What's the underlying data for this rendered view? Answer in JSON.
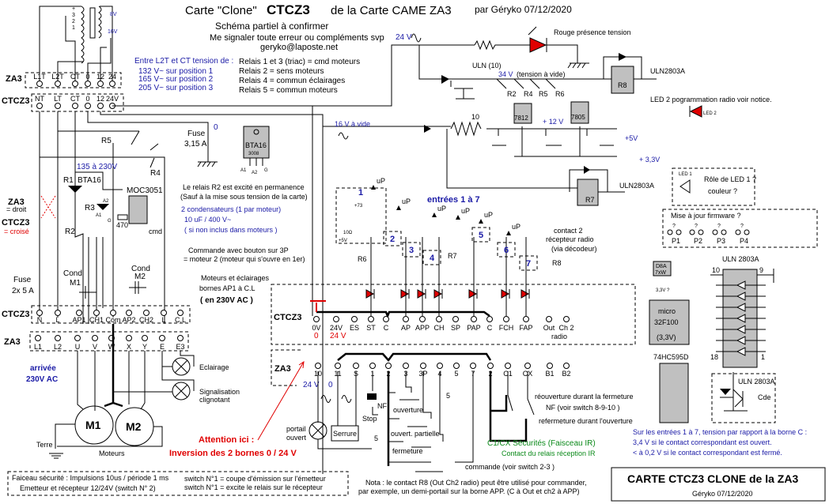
{
  "header": {
    "title_prefix": "Carte  \"Clone\"",
    "title_board": "CTCZ3",
    "title_suffix": "de la Carte  CAME ZA3",
    "author": "par Géryko 07/12/2020",
    "subtitle": "Schéma partiel  à confirmer",
    "contact_line": "Me signaler toute erreur ou compléments svp",
    "email": "geryko@laposte.net"
  },
  "tension_notes": {
    "heading": "Entre L2T et CT tension de :",
    "lines": [
      "132 V~ sur position 1",
      "165 V~ sur position 2",
      "205 V~ sur position 3"
    ]
  },
  "relay_notes": [
    "Relais 1 et 3 (triac) = cmd moteurs",
    "Relais 2 = sens moteurs",
    "Relais 4  = commun éclairages",
    "Relais 5 = commun moteurs"
  ],
  "transformer": {
    "tap_labels": [
      "+",
      "3",
      "2",
      "1"
    ],
    "secondary_8v": "8V",
    "secondary_16v": "16V"
  },
  "board_labels": {
    "za3": "ZA3",
    "ctcz3": "CTCZ3"
  },
  "terminals": {
    "za3_top": [
      "L1T",
      "L2T",
      "CT",
      "0",
      "12",
      "24"
    ],
    "ctcz3_top": [
      "NT",
      "LT",
      "CT",
      "0",
      "12",
      "24V"
    ],
    "ctcz3_power": [
      "N",
      "L",
      "AP1",
      "CH1",
      "Com",
      "AP2",
      "CH2",
      "L",
      "C.L"
    ],
    "za3_power": [
      "L1",
      "L2",
      "U",
      "V",
      "W",
      "X",
      "Y",
      "E",
      "E3"
    ],
    "ctcz3_inputs": [
      "0V",
      "24V",
      "ES",
      "ST",
      "C",
      "AP",
      "APP",
      "CH",
      "SP",
      "PAP",
      "C",
      "FCH",
      "FAP",
      "Out",
      "Ch 2"
    ],
    "ctcz3_radio_label": "radio",
    "za3_inputs": [
      "10",
      "11",
      "S",
      "1",
      "2",
      "3",
      "3P",
      "4",
      "5",
      "7",
      "2",
      "C1",
      "CX",
      "B1",
      "B2"
    ]
  },
  "supply": {
    "v24_ac": "24 V",
    "red_led_label": "Rouge présence tension",
    "uln10": "ULN (10)",
    "v34": "34 V",
    "v34_note": "(tension à vide)",
    "relay_taps": [
      "R2",
      "R4",
      "R5",
      "R6"
    ],
    "r8": "R8",
    "r7": "R7",
    "uln_r8": "ULN2803A",
    "uln_r7": "ULN2803A",
    "led2_note": "LED 2 pogrammation radio voir notice.",
    "led2": "LED 2",
    "v16": "16 V à vide",
    "res10": "10",
    "reg1": "7812",
    "reg2": "7805",
    "v12": "+ 12 V",
    "v5": "+5V",
    "v33": "+ 3,3V"
  },
  "led1_box": {
    "led": "LED 1",
    "role": "Rôle de LED 1 ?",
    "color": "couleur ?"
  },
  "firmware_box": {
    "title": "Mise à jour firmware ?",
    "q": "?",
    "pads": [
      "P1",
      "P2",
      "P3",
      "P4"
    ]
  },
  "chips": {
    "d8a": "D8A",
    "d8a_sub": "7xW",
    "d8a_volt": "3,3V ?",
    "micro": "micro",
    "micro_part": "32F100",
    "micro_volt": "(3,3V)",
    "shift": "74HC595D",
    "uln_big": "ULN 2803A",
    "uln_pins": [
      "10",
      "9",
      "18",
      "1"
    ],
    "uln_small": "ULN 2803A",
    "cde": "Cde",
    "bta16": "BTA16",
    "bta16_code": "3008",
    "bta_pins": [
      "A1",
      "A2",
      "G"
    ]
  },
  "left_circuit": {
    "fuse": "Fuse",
    "fuse_val": "3,15 A",
    "zero": "0",
    "r5": "R5",
    "r4": "R4",
    "v135": "135 à 230V",
    "r1": "R1",
    "bta16": "BTA16",
    "moc": "MOC3051",
    "r3": "R3",
    "a2": "A2",
    "a1": "A1",
    "g": "G",
    "res470": "470",
    "cmd": "cmd",
    "r2": "R2",
    "za3_note": "ZA3",
    "droit": "= droit",
    "ctcz3_note": "CTCZ3",
    "croise": "= croisé",
    "fuse2": "Fuse",
    "fuse2_val": "2x 5 A",
    "cond1": "Cond",
    "cond1_m": "M1",
    "cond2": "Cond",
    "cond2_m": "M2"
  },
  "mid_notes": [
    "Le relais R2 est excité en permanence",
    "(Sauf à la mise sous tension de la carte)",
    "2 condensateurs (1 par moteur)",
    "10 uF / 400 V~",
    "( si non inclus dans moteurs )",
    "Commande avec bouton sur 3P",
    "= moteur 2 (moteur qui s'ouvre en 1er)",
    "Moteurs et éclairages",
    "bornes AP1 à C.L",
    "( en 230V AC )"
  ],
  "mains": {
    "arrivee": "arrivée",
    "ac": "230V AC",
    "eclairage": "Eclairage",
    "signal1": "Signalisation",
    "signal2": "clignotant",
    "m1": "M1",
    "m2": "M2",
    "terre": "Terre",
    "moteurs": "Moteurs"
  },
  "warning": {
    "line1": "Attention ici :",
    "line2": "Inversion des 2 bornes 0 / 24 V"
  },
  "inputs": {
    "title": "entrées 1 à 7",
    "numbers": [
      "1",
      "2",
      "3",
      "4",
      "5",
      "6",
      "7"
    ],
    "up": "uP",
    "r6": "R6",
    "r7": "R7",
    "r8": "R8",
    "radio1": "contact 2",
    "radio2": "récepteur radio",
    "radio3": "(via décodeur)",
    "in1_res": "10Ω",
    "in1_v": "+5V",
    "in1_cap": "+73",
    "red_zero": "0",
    "red_24": "24 V"
  },
  "za3_field": {
    "v24": "24 V",
    "zero": "0",
    "portail1": "portail",
    "portail2": "ouvert",
    "serrure": "Serrure",
    "stop": "Stop",
    "nf": "NF",
    "ouverture": "ouverture",
    "partielle": "ouvert. partielle",
    "fermeture": "fermeture",
    "commande": "commande (voir switch 2-3 )",
    "five": "5",
    "reouverture": "réouverture durant la fermeture",
    "nf_switch": "NF    (voir switch 8-9-10 )",
    "refermeture": "refermeture durant l'ouverture",
    "secu": "C1/CX    Sécurités (Faisceau IR)",
    "secu2": "Contact du relais réception IR"
  },
  "input_voltage_note": [
    "Sur les entrées 1 à 7, tension par rapport à la borne C :",
    "3,4 V si le contact correspondant est ouvert.",
    "< à 0,2 V  si le contact correspondant est fermé."
  ],
  "safety_box": {
    "line1": "Faiceau sécurité : Impulsions 10us / période 1 ms",
    "line2": "Emetteur et récepteur 12/24V (switch N° 2)",
    "line3": "switch N°1 = coupe d'émission sur l'émetteur",
    "line4": "switch N°1 = excite le relais sur le récepteur"
  },
  "nota": [
    "Nota : le contact R8 (Out Ch2 radio) peut être utilisé pour commander,",
    "par exemple, un demi-portail sur la borne APP. (C à Out et ch2 à APP)"
  ],
  "title_block": {
    "title": "CARTE  CTCZ3  CLONE de la ZA3",
    "author": "Géryko  07/12/2020"
  },
  "colors": {
    "led": "#e00000",
    "annotation_blue": "#1a1aa6",
    "warning_red": "#e00000",
    "safety_green": "#0b8a1a",
    "component_grey": "#c0c0c0"
  }
}
